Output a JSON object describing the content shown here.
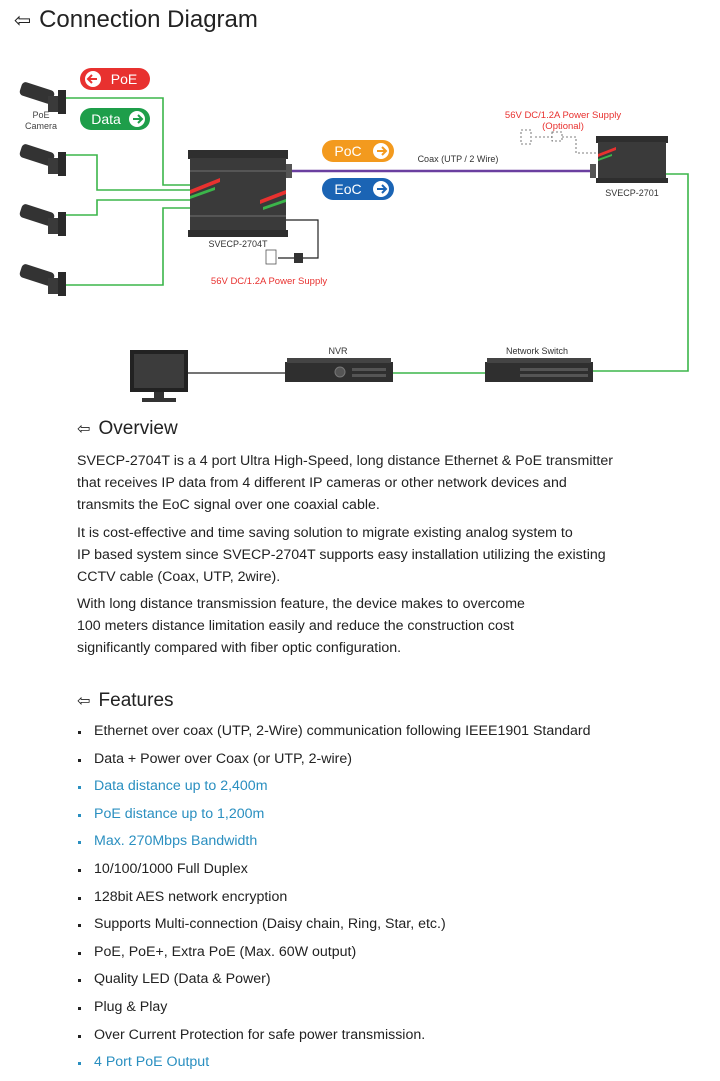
{
  "title": "Connection Diagram",
  "diagram": {
    "badge_poe": "PoE",
    "badge_data": "Data",
    "badge_poc": "PoC",
    "badge_eoc": "EoC",
    "camera_label_1": "PoE",
    "camera_label_2": "Camera",
    "transmitter_label": "SVECP-2704T",
    "receiver_label": "SVECP-2701",
    "coax_label": "Coax (UTP / 2 Wire)",
    "power_tx": "56V DC/1.2A Power Supply",
    "power_rx": "56V DC/1.2A Power Supply",
    "power_rx_optional": "(Optional)",
    "nvr_label": "NVR",
    "switch_label": "Network Switch",
    "colors": {
      "poe": "#e8312f",
      "data": "#1e9e4a",
      "poc": "#f39a1e",
      "eoc": "#1b64b4",
      "green_wire": "#3bb54a",
      "coax": "#6a3fa0"
    }
  },
  "overview": {
    "heading": "Overview",
    "paragraphs": [
      [
        "SVECP-2704T is a 4 port Ultra High-Speed, long distance Ethernet & PoE transmitter",
        "that receives IP data from 4 different IP cameras or other network devices and",
        "transmits the EoC signal over one coaxial cable."
      ],
      [
        "It is cost-effective and time saving solution to migrate existing analog system to",
        "IP based system since SVECP-2704T supports easy installation utilizing the existing",
        "CCTV cable (Coax, UTP, 2wire)."
      ],
      [
        "With long distance transmission feature, the device makes to overcome",
        "100 meters distance limitation easily and reduce the construction cost",
        "significantly compared with fiber optic configuration."
      ]
    ]
  },
  "features": {
    "heading": "Features",
    "items": [
      {
        "text": "Ethernet over coax (UTP, 2-Wire) communication following IEEE1901 Standard",
        "highlight": false
      },
      {
        "text": "Data + Power over Coax (or UTP, 2-wire)",
        "highlight": false
      },
      {
        "text": "Data distance up to 2,400m",
        "highlight": true
      },
      {
        "text": "PoE distance up to 1,200m",
        "highlight": true
      },
      {
        "text": "Max. 270Mbps Bandwidth",
        "highlight": true
      },
      {
        "text": "10/100/1000 Full Duplex",
        "highlight": false
      },
      {
        "text": "128bit AES network encryption",
        "highlight": false
      },
      {
        "text": "Supports Multi-connection (Daisy chain, Ring, Star, etc.)",
        "highlight": false
      },
      {
        "text": "PoE, PoE+, Extra PoE (Max. 60W output)",
        "highlight": false
      },
      {
        "text": "Quality LED (Data & Power)",
        "highlight": false
      },
      {
        "text": "Plug & Play",
        "highlight": false
      },
      {
        "text": "Over Current Protection for safe power transmission.",
        "highlight": false
      },
      {
        "text": "4 Port PoE Output",
        "highlight": true
      }
    ]
  }
}
